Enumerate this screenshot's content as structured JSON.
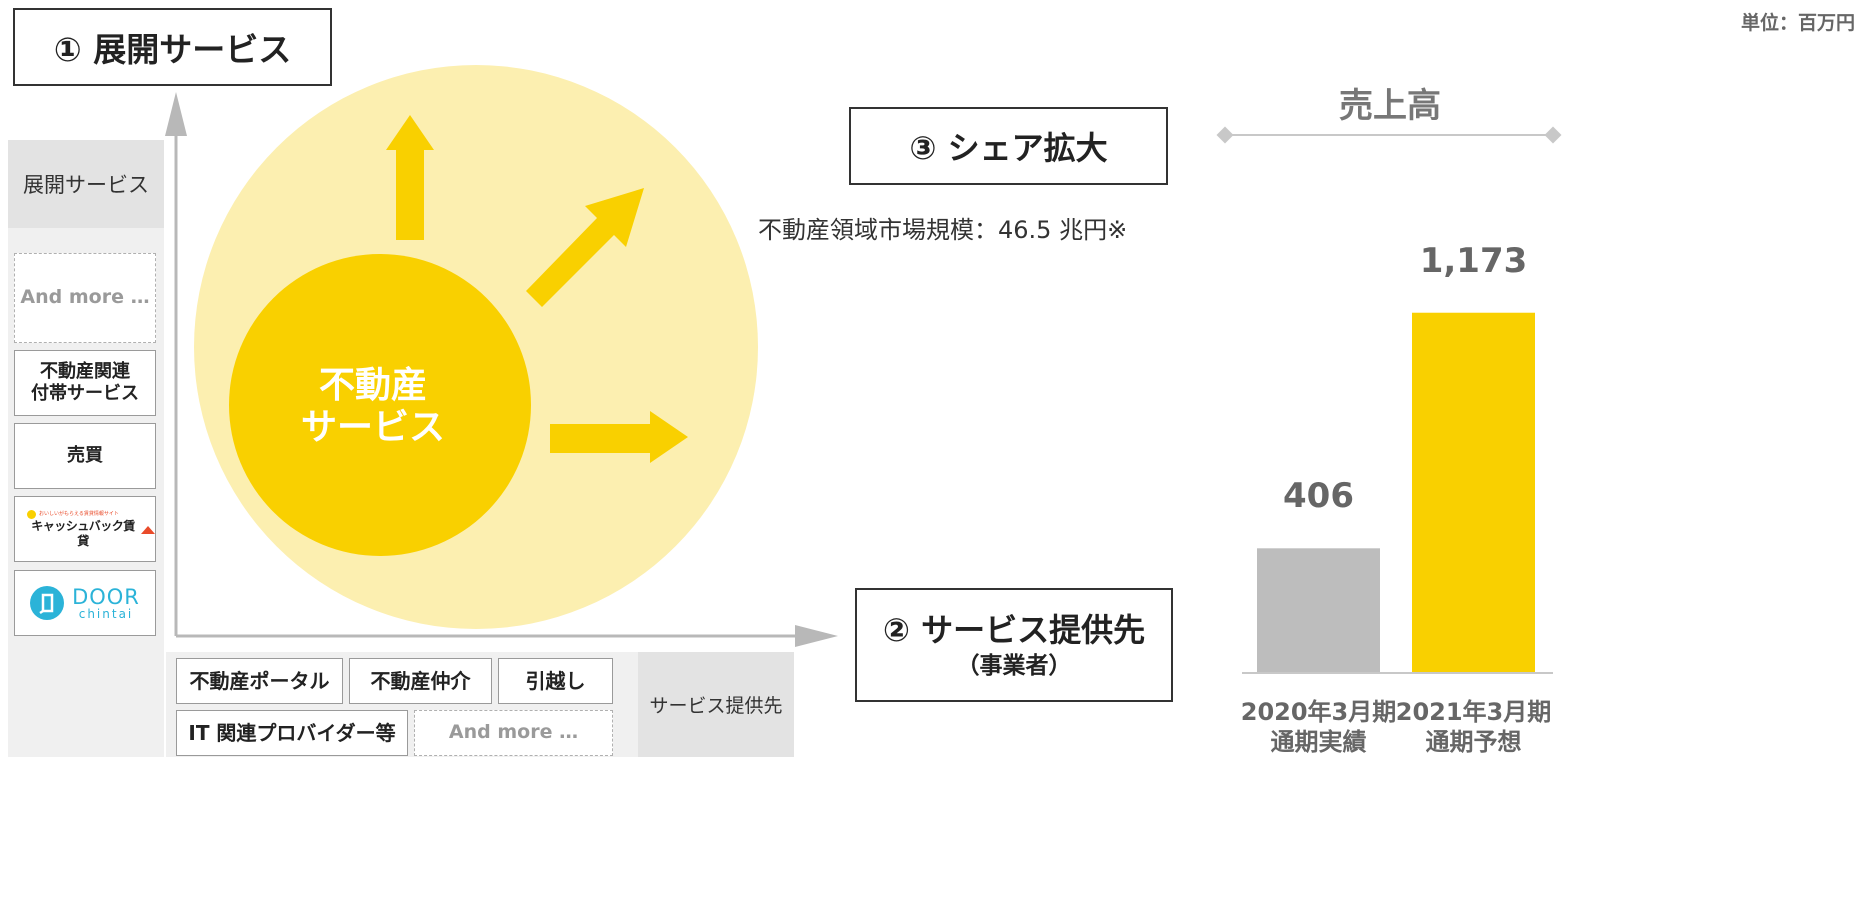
{
  "unit": "単位：百万円",
  "service_title": "① 展開サービス",
  "share_title": "③ シェア拡大",
  "provider_title": "② サービス提供先",
  "provider_subtitle": "（事業者）",
  "market_text": "不動産領域市場規模：46.5 兆円※",
  "core_service": [
    "不動産",
    "サービス"
  ],
  "left_panel": {
    "header": "展開サービス",
    "cards": [
      {
        "type": "dashed",
        "text": "And more …"
      },
      {
        "type": "text",
        "lines": [
          "不動産関連",
          "付帯サービス"
        ]
      },
      {
        "type": "text",
        "lines": [
          "売買"
        ]
      },
      {
        "type": "logo",
        "caption": "おいしいがもらえる賃貸情報サイト",
        "name": "キャッシュバック賃貸"
      },
      {
        "type": "logo",
        "name": "DOOR",
        "sub": "chintai"
      }
    ]
  },
  "bottom_panel": {
    "header": "サービス提供先",
    "row1": [
      "不動産ポータル",
      "不動産仲介",
      "引越し"
    ],
    "row2": [
      "IT 関連プロバイダー等",
      "And more …"
    ]
  },
  "revenue_label": "売上高",
  "chart_data": {
    "type": "bar",
    "title": "売上高",
    "categories": [
      "2020年3月期 通期実績",
      "2021年3月期 通期予想"
    ],
    "category_lines": [
      [
        "2020年3月期",
        "通期実績"
      ],
      [
        "2021年3月期",
        "通期予想"
      ]
    ],
    "values": [
      406,
      1173
    ],
    "value_labels": [
      "406",
      "1,173"
    ],
    "colors": [
      "#bdbdbd",
      "#f9d000"
    ],
    "ylim": [
      0,
      1400
    ]
  },
  "colors": {
    "accent": "#f9d000",
    "light_accent": "#fcefb0",
    "axis": "#b8b8b8",
    "gray_bar": "#bdbdbd"
  }
}
